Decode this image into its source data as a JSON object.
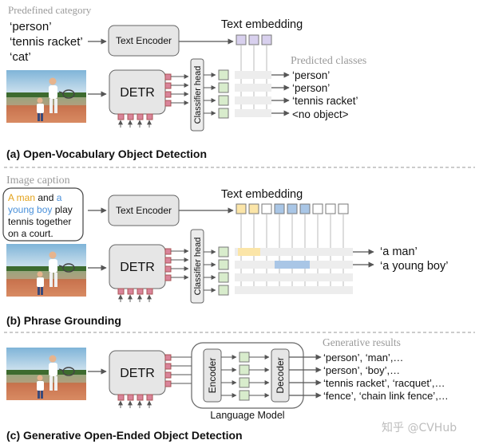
{
  "section_a": {
    "header": "Predefined category",
    "categories": [
      "‘person’",
      "‘tennis racket’",
      "‘cat’"
    ],
    "text_encoder_label": "Text Encoder",
    "detr_label": "DETR",
    "classifier_label": "Classifier head",
    "embedding_title": "Text embedding",
    "predicted_header": "Predicted classes",
    "predicted": [
      "‘person’",
      "‘person’",
      "‘tennis racket’",
      "<no object>"
    ],
    "caption": "(a) Open-Vocabulary Object Detection"
  },
  "section_b": {
    "header": "Image caption",
    "caption_lines": {
      "l1_a": "A man",
      "l1_b": " and ",
      "l1_c": "a",
      "l2_a": "young boy",
      "l2_b": " play",
      "l3": "tennis together",
      "l4": "on a court."
    },
    "text_encoder_label": "Text Encoder",
    "detr_label": "DETR",
    "classifier_label": "Classifier head",
    "embedding_title": "Text embedding",
    "phrases": [
      "‘a man’",
      "‘a young boy’"
    ],
    "caption": "(b) Phrase Grounding"
  },
  "section_c": {
    "detr_label": "DETR",
    "encoder_label": "Encoder",
    "decoder_label": "Decoder",
    "lm_label": "Language Model",
    "generative_header": "Generative results",
    "results": [
      "‘person’, ‘man’,…",
      "‘person’, ‘boy’,…",
      "‘tennis racket’, ‘racquet’,…",
      "‘fence’, ‘chain link fence’,…"
    ],
    "caption": "(c) Generative Open-Ended Object Detection"
  },
  "watermark": "知乎 @CVHub",
  "colors": {
    "purple": "#d8d0ee",
    "green": "#d8eccc",
    "pink": "#d9849a",
    "yellow": "#fbe5a8",
    "blue": "#a9c6e6",
    "highlight_yellow": "#f0b429",
    "highlight_blue": "#4a90d9"
  }
}
